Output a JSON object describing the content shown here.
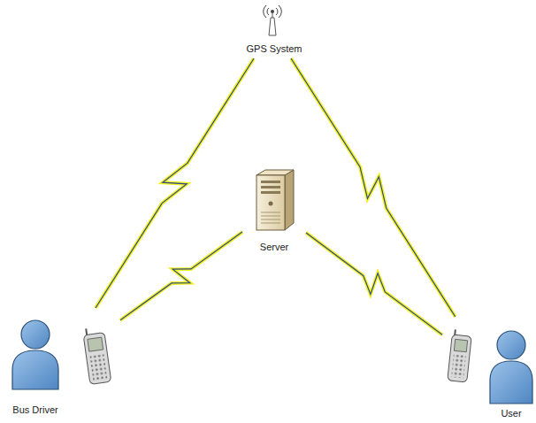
{
  "diagram": {
    "nodes": [
      {
        "text": [
          "GPS System"
        ]
      },
      {
        "text": [
          "Server"
        ]
      },
      {
        "text": [
          "Bus Driver"
        ]
      },
      {
        "text": [
          "User"
        ]
      }
    ],
    "edges": [
      {
        "from": 0,
        "to": 2,
        "arrow": "none"
      },
      {
        "from": 0,
        "to": 3,
        "arrow": "none"
      },
      {
        "from": 1,
        "to": 2,
        "arrow": "none"
      },
      {
        "from": 1,
        "to": 3,
        "arrow": "none"
      }
    ]
  }
}
